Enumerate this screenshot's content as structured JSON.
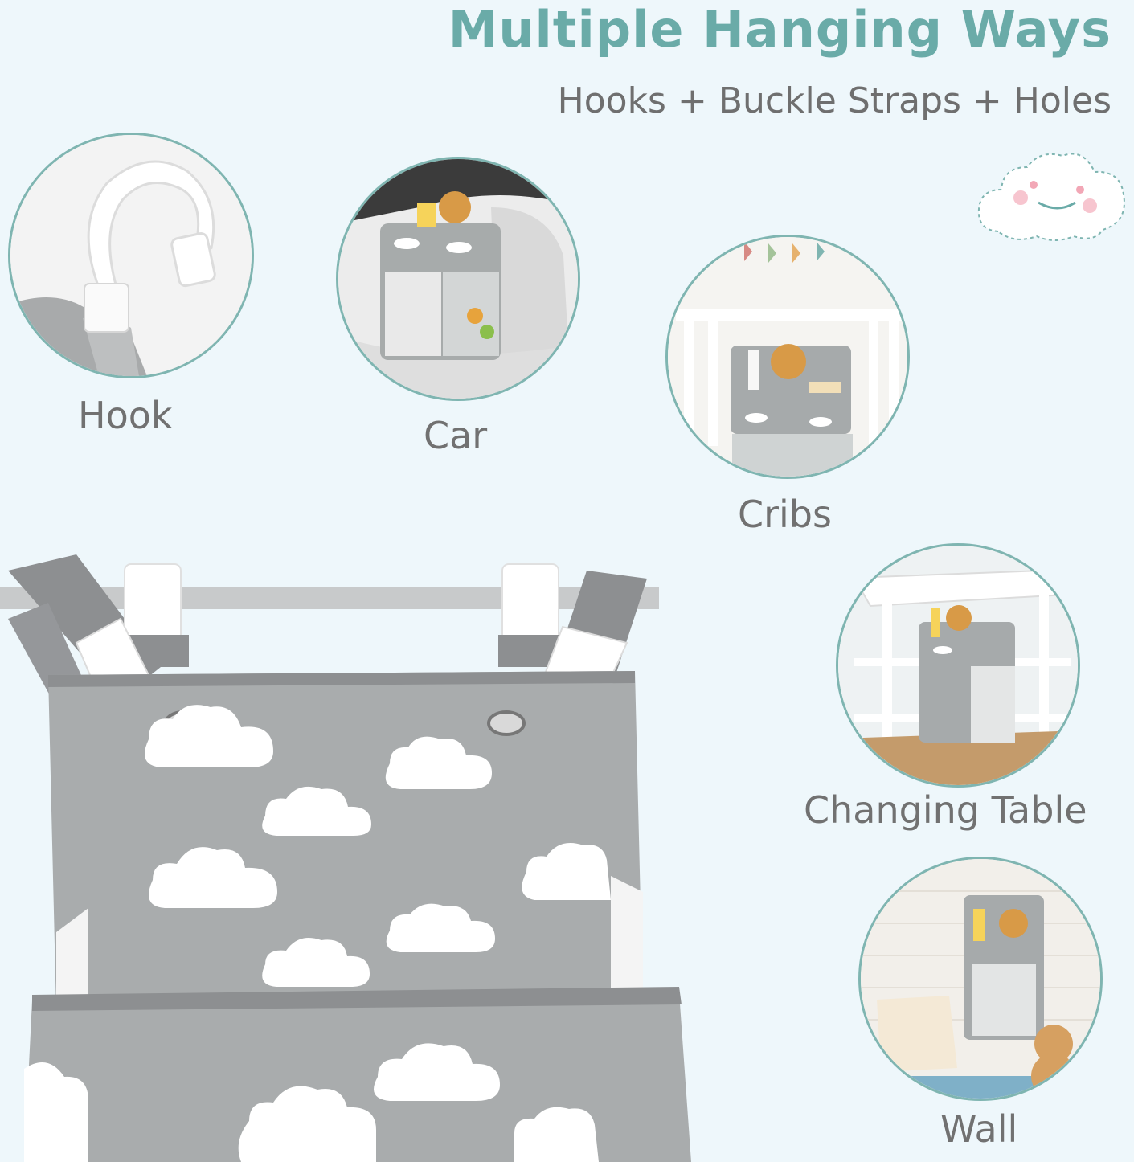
{
  "headline": "Multiple Hanging Ways",
  "subheadline": "Hooks + Buckle Straps + Holes",
  "options": [
    {
      "label": "Hook",
      "icon": "hook-photo"
    },
    {
      "label": "Car",
      "icon": "car-seat-photo"
    },
    {
      "label": "Cribs",
      "icon": "crib-photo"
    },
    {
      "label": "Changing Table",
      "icon": "changing-table-photo"
    },
    {
      "label": "Wall",
      "icon": "wall-photo"
    }
  ],
  "colors": {
    "background": "#eef7fb",
    "accent": "#6aaba8",
    "label_text": "#717171",
    "fabric": "#a9acad",
    "strap": "#8d8f91"
  }
}
